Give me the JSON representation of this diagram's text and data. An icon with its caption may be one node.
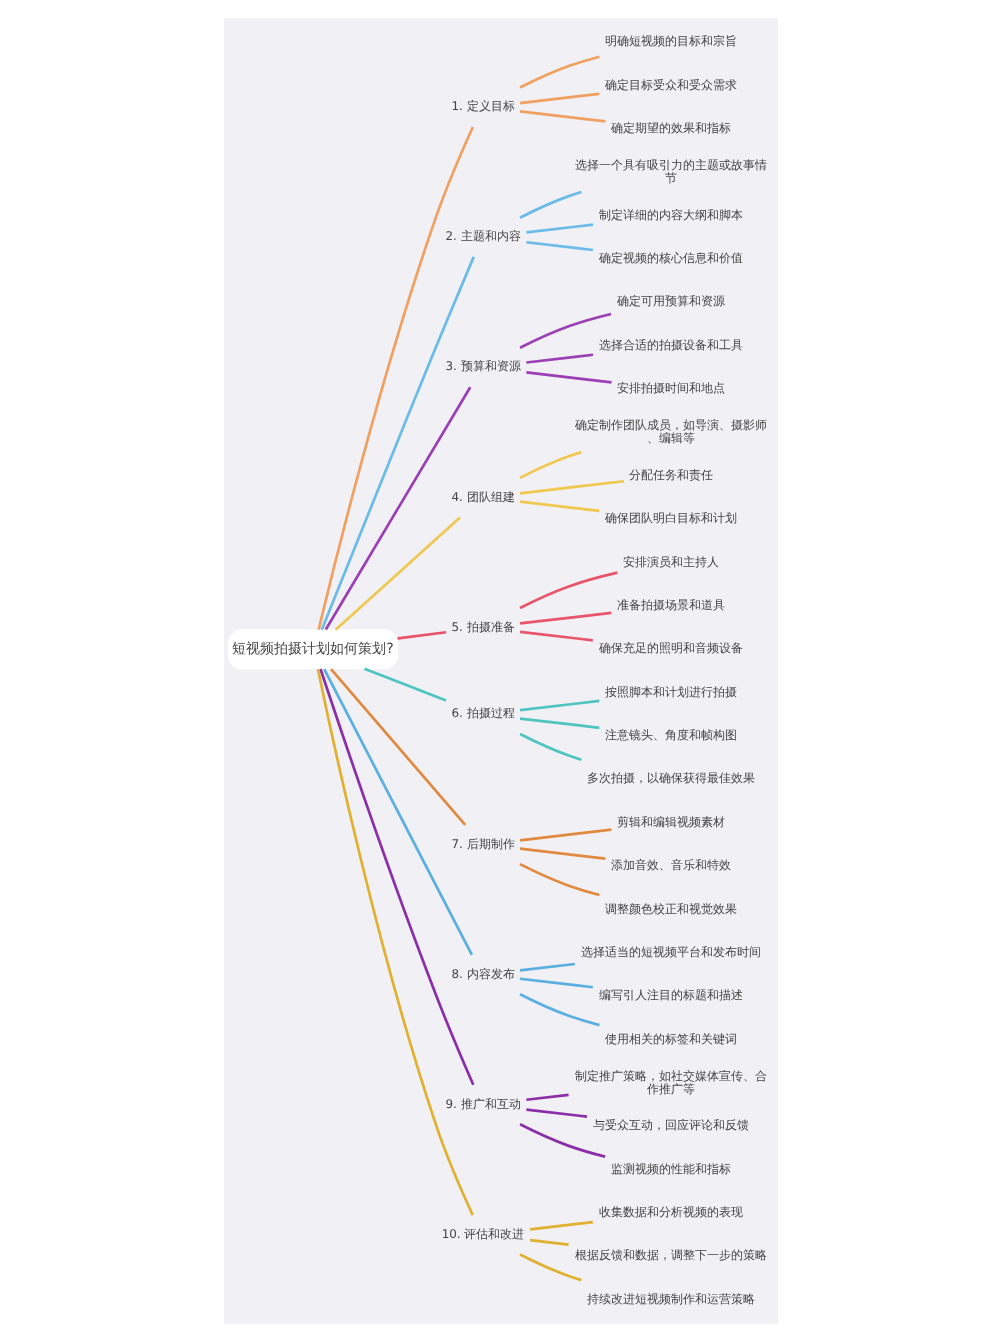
{
  "diagram": {
    "nodes": [
      {
        "text": [
          "短视频拍摄计划如何策划?"
        ]
      },
      {
        "text": [
          "1. 定义目标"
        ]
      },
      {
        "text": [
          "明确短视频的目标和宗旨"
        ]
      },
      {
        "text": [
          "确定目标受众和受众需求"
        ]
      },
      {
        "text": [
          "确定期望的效果和指标"
        ]
      },
      {
        "text": [
          "2. 主题和内容"
        ]
      },
      {
        "text": [
          "选择一个具有吸引力的主题或故事情节"
        ]
      },
      {
        "text": [
          "制定详细的内容大纲和脚本"
        ]
      },
      {
        "text": [
          "确定视频的核心信息和价值"
        ]
      },
      {
        "text": [
          "3. 预算和资源"
        ]
      },
      {
        "text": [
          "确定可用预算和资源"
        ]
      },
      {
        "text": [
          "选择合适的拍摄设备和工具"
        ]
      },
      {
        "text": [
          "安排拍摄时间和地点"
        ]
      },
      {
        "text": [
          "4. 团队组建"
        ]
      },
      {
        "text": [
          "确定制作团队成员，如导演、摄影师、编辑等"
        ]
      },
      {
        "text": [
          "分配任务和责任"
        ]
      },
      {
        "text": [
          "确保团队明白目标和计划"
        ]
      },
      {
        "text": [
          "5. 拍摄准备"
        ]
      },
      {
        "text": [
          "安排演员和主持人"
        ]
      },
      {
        "text": [
          "准备拍摄场景和道具"
        ]
      },
      {
        "text": [
          "确保充足的照明和音频设备"
        ]
      },
      {
        "text": [
          "6. 拍摄过程"
        ]
      },
      {
        "text": [
          "按照脚本和计划进行拍摄"
        ]
      },
      {
        "text": [
          "注意镜头、角度和帧构图"
        ]
      },
      {
        "text": [
          "多次拍摄，以确保获得最佳效果"
        ]
      },
      {
        "text": [
          "7. 后期制作"
        ]
      },
      {
        "text": [
          "剪辑和编辑视频素材"
        ]
      },
      {
        "text": [
          "添加音效、音乐和特效"
        ]
      },
      {
        "text": [
          "调整颜色校正和视觉效果"
        ]
      },
      {
        "text": [
          "8. 内容发布"
        ]
      },
      {
        "text": [
          "选择适当的短视频平台和发布时间"
        ]
      },
      {
        "text": [
          "编写引人注目的标题和描述"
        ]
      },
      {
        "text": [
          "使用相关的标签和关键词"
        ]
      },
      {
        "text": [
          "9. 推广和互动"
        ]
      },
      {
        "text": [
          "制定推广策略，如社交媒体宣传、合作推广等"
        ]
      },
      {
        "text": [
          "与受众互动，回应评论和反馈"
        ]
      },
      {
        "text": [
          "监测视频的性能和指标"
        ]
      },
      {
        "text": [
          "10. 评估和改进"
        ]
      },
      {
        "text": [
          "收集数据和分析视频的表现"
        ]
      },
      {
        "text": [
          "根据反馈和数据，调整下一步的策略"
        ]
      },
      {
        "text": [
          "持续改进短视频制作和运营策略"
        ]
      }
    ],
    "edges": [
      {
        "from": 0,
        "to": 1,
        "arrow": "none",
        "color": "#f0a060"
      },
      {
        "from": 1,
        "to": 2,
        "arrow": "none",
        "color": "#f0a060"
      },
      {
        "from": 1,
        "to": 3,
        "arrow": "none",
        "color": "#f0a060"
      },
      {
        "from": 1,
        "to": 4,
        "arrow": "none",
        "color": "#f0a060"
      },
      {
        "from": 0,
        "to": 5,
        "arrow": "none",
        "color": "#6bbbe8"
      },
      {
        "from": 5,
        "to": 6,
        "arrow": "none",
        "color": "#6bbbe8"
      },
      {
        "from": 5,
        "to": 7,
        "arrow": "none",
        "color": "#6bbbe8"
      },
      {
        "from": 5,
        "to": 8,
        "arrow": "none",
        "color": "#6bbbe8"
      },
      {
        "from": 0,
        "to": 9,
        "arrow": "none",
        "color": "#9b3fb5"
      },
      {
        "from": 9,
        "to": 10,
        "arrow": "none",
        "color": "#9b3fb5"
      },
      {
        "from": 9,
        "to": 11,
        "arrow": "none",
        "color": "#9b3fb5"
      },
      {
        "from": 9,
        "to": 12,
        "arrow": "none",
        "color": "#9b3fb5"
      },
      {
        "from": 0,
        "to": 13,
        "arrow": "none",
        "color": "#f0c850"
      },
      {
        "from": 13,
        "to": 14,
        "arrow": "none",
        "color": "#f0c850"
      },
      {
        "from": 13,
        "to": 15,
        "arrow": "none",
        "color": "#f0c850"
      },
      {
        "from": 13,
        "to": 16,
        "arrow": "none",
        "color": "#f0c850"
      },
      {
        "from": 0,
        "to": 17,
        "arrow": "none",
        "color": "#e8556a"
      },
      {
        "from": 17,
        "to": 18,
        "arrow": "none",
        "color": "#e8556a"
      },
      {
        "from": 17,
        "to": 19,
        "arrow": "none",
        "color": "#e8556a"
      },
      {
        "from": 17,
        "to": 20,
        "arrow": "none",
        "color": "#e8556a"
      },
      {
        "from": 0,
        "to": 21,
        "arrow": "none",
        "color": "#4fc4c0"
      },
      {
        "from": 21,
        "to": 22,
        "arrow": "none",
        "color": "#4fc4c0"
      },
      {
        "from": 21,
        "to": 23,
        "arrow": "none",
        "color": "#4fc4c0"
      },
      {
        "from": 21,
        "to": 24,
        "arrow": "none",
        "color": "#4fc4c0"
      },
      {
        "from": 0,
        "to": 25,
        "arrow": "none",
        "color": "#e08a40"
      },
      {
        "from": 25,
        "to": 26,
        "arrow": "none",
        "color": "#e08a40"
      },
      {
        "from": 25,
        "to": 27,
        "arrow": "none",
        "color": "#e08a40"
      },
      {
        "from": 25,
        "to": 28,
        "arrow": "none",
        "color": "#e08a40"
      },
      {
        "from": 0,
        "to": 29,
        "arrow": "none",
        "color": "#5aaee0"
      },
      {
        "from": 29,
        "to": 30,
        "arrow": "none",
        "color": "#5aaee0"
      },
      {
        "from": 29,
        "to": 31,
        "arrow": "none",
        "color": "#5aaee0"
      },
      {
        "from": 29,
        "to": 32,
        "arrow": "none",
        "color": "#5aaee0"
      },
      {
        "from": 0,
        "to": 33,
        "arrow": "none",
        "color": "#8a2fa8"
      },
      {
        "from": 33,
        "to": 34,
        "arrow": "none",
        "color": "#8a2fa8"
      },
      {
        "from": 33,
        "to": 35,
        "arrow": "none",
        "color": "#8a2fa8"
      },
      {
        "from": 33,
        "to": 36,
        "arrow": "none",
        "color": "#8a2fa8"
      },
      {
        "from": 0,
        "to": 37,
        "arrow": "none",
        "color": "#e0b030"
      },
      {
        "from": 37,
        "to": 38,
        "arrow": "none",
        "color": "#e0b030"
      },
      {
        "from": 37,
        "to": 39,
        "arrow": "none",
        "color": "#e0b030"
      },
      {
        "from": 37,
        "to": 40,
        "arrow": "none",
        "color": "#e0b030"
      }
    ]
  }
}
